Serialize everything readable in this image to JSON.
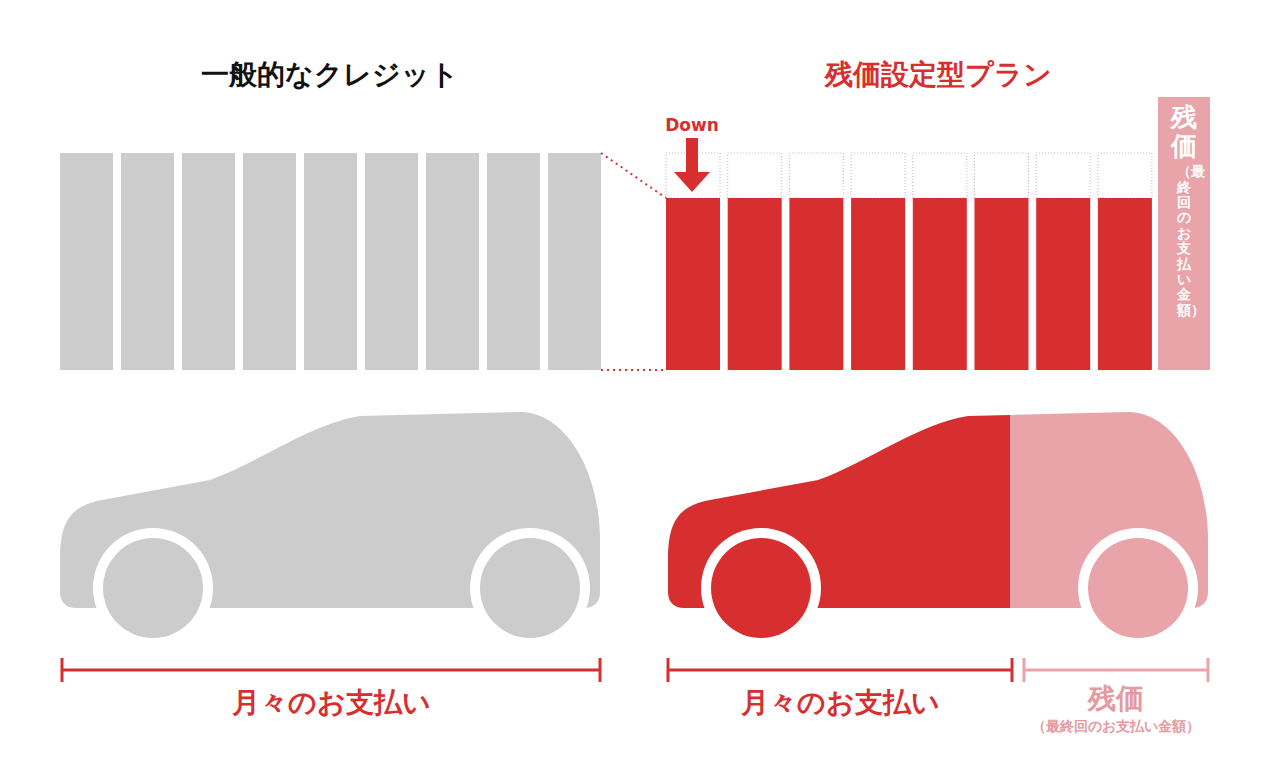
{
  "diagram": {
    "nodes": [
      {
        "text": [
          "残価",
          "（最終回のお支払い金額）"
        ]
      }
    ],
    "labels": [
      "一般的なクレジット",
      "残価設定型プラン",
      "Down",
      "月々のお支払い",
      "月々のお支払い",
      "残価",
      "（最終回のお支払い金額）"
    ]
  }
}
